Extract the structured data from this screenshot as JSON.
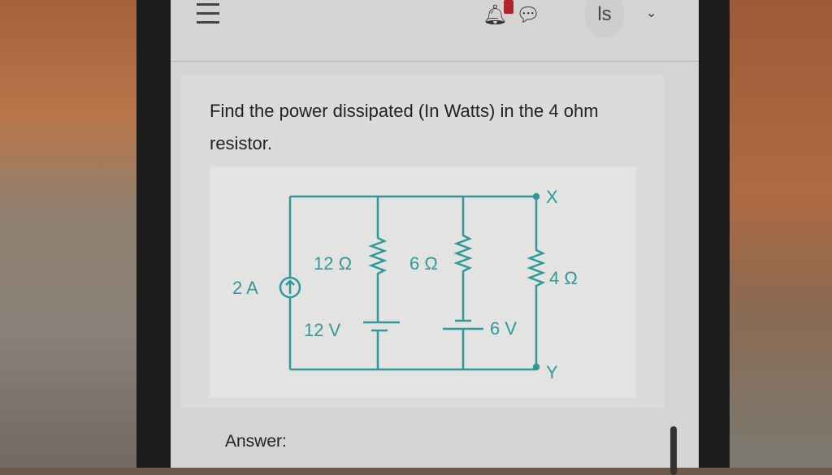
{
  "header": {
    "menu_icon": "hamburger-icon",
    "notification_icon": "bell-icon",
    "message_icon": "chat-bubble-icon",
    "user_initials": "ls",
    "dropdown_icon": "chevron-down-icon"
  },
  "question": {
    "text": "Find the power dissipated (In Watts) in the 4 ohm resistor."
  },
  "diagram": {
    "color": "#2e9a9a",
    "source_label": "2 A",
    "r1_label": "12 Ω",
    "r2_label": "6 Ω",
    "r3_label": "4 Ω",
    "v1_label": "12 V",
    "v2_label": "6 V",
    "node_x": "X",
    "node_y": "Y"
  },
  "answer": {
    "label": "Answer:"
  }
}
